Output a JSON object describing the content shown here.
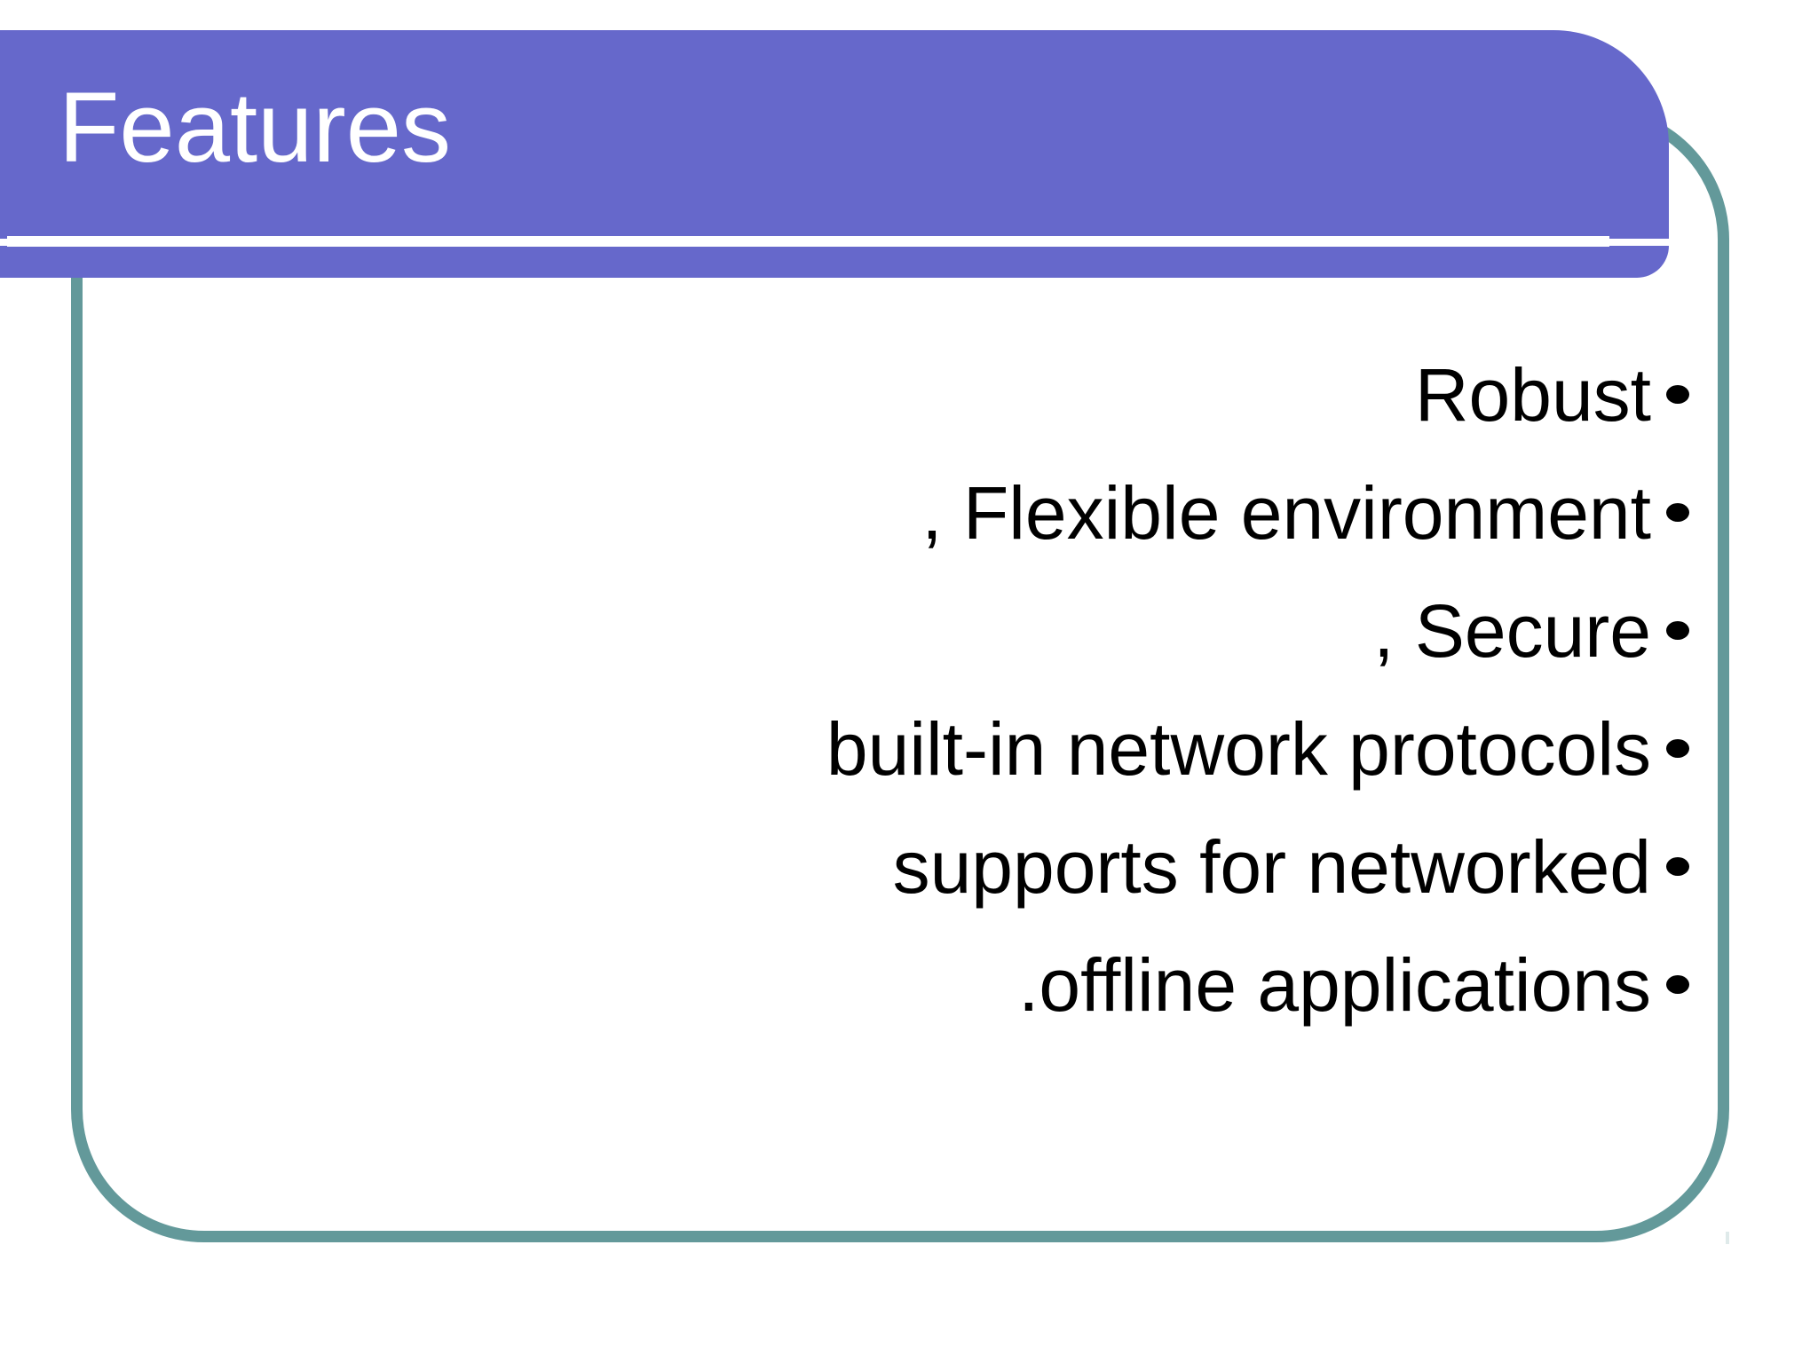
{
  "slide": {
    "title": "Features",
    "colors": {
      "banner_purple": "#6668cb",
      "frame_teal": "#63999a",
      "title_text": "#ffffff",
      "body_text": "#000000",
      "background": "#ffffff"
    },
    "bullets": [
      {
        "text": "Robust",
        "marker": "bullet-dot"
      },
      {
        "text": ", Flexible environment",
        "marker": "bullet-dot"
      },
      {
        "text": ", Secure",
        "marker": "bullet-dot"
      },
      {
        "text": "built-in network protocols",
        "marker": "bullet-dot"
      },
      {
        "text": "supports for networked",
        "marker": "bullet-dot"
      },
      {
        "text": ".offline applications",
        "marker": "bullet-dot"
      }
    ]
  }
}
